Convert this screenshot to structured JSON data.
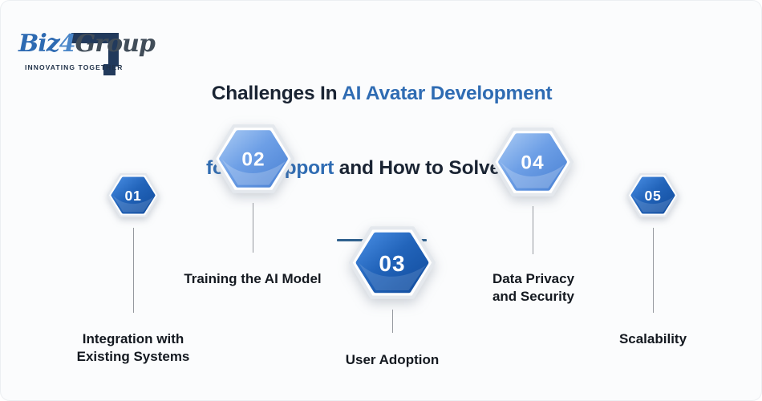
{
  "logo": {
    "biz": "Biz",
    "four": "4",
    "group": "Group",
    "tagline": "INNOVATING TOGETHER",
    "bracket_color": "#223a5c"
  },
  "title": {
    "line1_dark": "Challenges In ",
    "line1_blue": "AI Avatar Development",
    "line2_blue": "for IT Support",
    "line2_dark": " and How to Solve Them",
    "accent_color": "#2f6cb3",
    "text_color": "#1a2433",
    "underline_color": "#2f618e"
  },
  "items": [
    {
      "number": "01",
      "label": "Integration with Existing Systems",
      "variant": "dark",
      "size": "small"
    },
    {
      "number": "02",
      "label": "Training the AI Model",
      "variant": "light",
      "size": "medium"
    },
    {
      "number": "03",
      "label": "User Adoption",
      "variant": "dark",
      "size": "large"
    },
    {
      "number": "04",
      "label": "Data Privacy and Security",
      "variant": "light",
      "size": "medium"
    },
    {
      "number": "05",
      "label": "Scalability",
      "variant": "dark",
      "size": "small"
    }
  ],
  "colors": {
    "hex_dark_gradient": [
      "#478ce2",
      "#2264ba",
      "#124d9e"
    ],
    "hex_light_gradient": [
      "#a6c8f3",
      "#6d9fe6",
      "#4b82d4"
    ],
    "connector_line": "#95999f",
    "background": "#fbfcfd",
    "label_text": "#141920"
  }
}
